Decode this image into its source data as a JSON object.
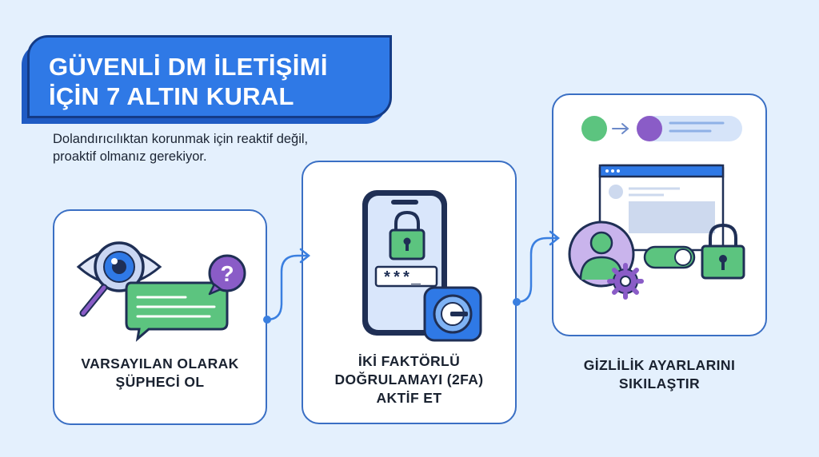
{
  "title": "GÜVENLİ DM İLETİŞİMİ\nİÇİN 7 ALTIN KURAL",
  "subtitle": "Dolandırıcılıktan korunmak için reaktif değil, proaktif olmanız gerekiyor.",
  "steps": [
    {
      "label": "VARSAYILAN OLARAK\nŞÜPHECİ OL"
    },
    {
      "label": "İKİ FAKTÖRLÜ\nDOĞRULAMAYI (2FA)\nAKTİF ET"
    },
    {
      "label": "GİZLİLİK AYARLARINI\nSIKILAŞTIR"
    }
  ],
  "password_field": "***_",
  "question_mark": "?",
  "colors": {
    "accent_blue": "#2f79e6",
    "border_blue": "#3a6fc4",
    "green": "#5cc47f",
    "purple": "#8a5cc7",
    "background": "#e4f0fd"
  }
}
